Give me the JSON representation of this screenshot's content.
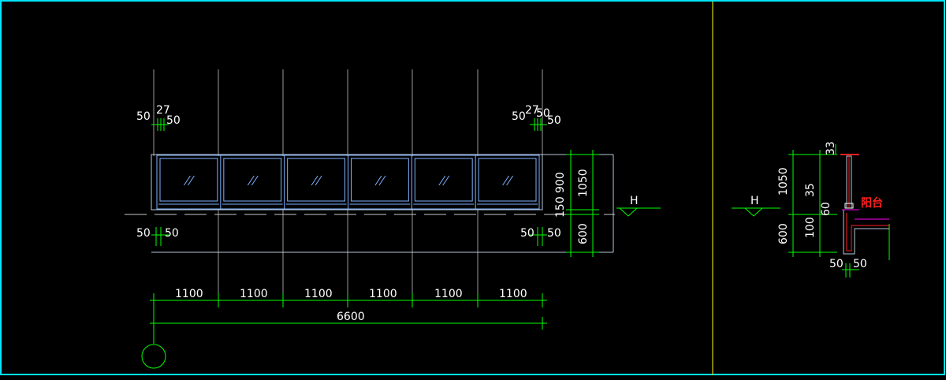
{
  "colors": {
    "background": "#000000",
    "frame": "#00e5ff",
    "divider": "#ffff00",
    "dimension": "#00ff00",
    "grid": "#b0b0b0",
    "window": "#7fb2ff",
    "text": "#ffffff",
    "highlight": "#ff2020",
    "magenta": "#ff00ff"
  },
  "elevation": {
    "top_dims": {
      "left": [
        "50",
        "27",
        "50"
      ],
      "right": [
        "50",
        "27",
        "50",
        "50"
      ]
    },
    "bottom_dims": {
      "left": [
        "50",
        "50"
      ],
      "right": [
        "50",
        "50"
      ]
    },
    "bay_dims": [
      "1100",
      "1100",
      "1100",
      "1100",
      "1100",
      "1100"
    ],
    "total_dim": "6600",
    "right_dims": [
      "900",
      "1050",
      "150",
      "600"
    ],
    "level_mark": "H",
    "pane_count": 6
  },
  "section": {
    "level_mark": "H",
    "dims_left": [
      "1050",
      "600"
    ],
    "dims_mid": [
      "33",
      "35",
      "60",
      "100"
    ],
    "bottom_dims": [
      "50",
      "50"
    ],
    "label": "阳台"
  }
}
